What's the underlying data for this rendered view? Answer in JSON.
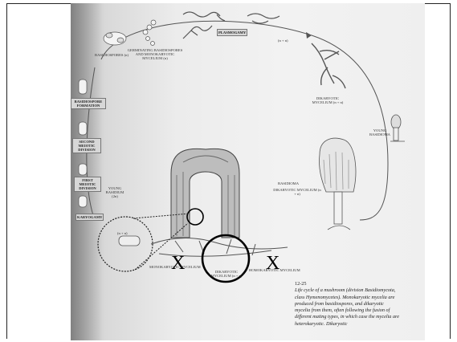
{
  "labels": {
    "basidiospores": "BASIDIOSPORES (n)",
    "germinating": "GERMINATING BASIDIOSPORES AND MONOKARYOTIC MYCELIUM (n)",
    "plasmogamy": "PLASMOGAMY",
    "plasmogamy_n": "(n + n)",
    "dikaryotic_mycelium": "DIKARYOTIC MYCELIUM (n + n)",
    "young_basidioma": "YOUNG BASIDIOMA",
    "basidioma": "BASIDIOMA",
    "dikaryotic_mycelium_lower": "DIKARYOTIC MYCELIUM (n + n)",
    "basidiospore_formation": "BASIDIOSPORE FORMATION",
    "second_meiotic_division": "SECOND MEIOTIC DIVISION",
    "first_meiotic_division": "FIRST MEIOTIC DIVISION",
    "karyogamy": "KARYOGAMY",
    "young_basidium": "YOUNG BASIDIUM (2n)",
    "basidium_n": "(n + n)",
    "dikaryotic_mycelium_bottom": "DIKARYOTIC MYCELIUM (n + n)",
    "homokaryotic_mycelium": "HOMOKARYOTIC MYCELIUM",
    "left_mycelium": "MONOKARYOTIC MYCELIUM"
  },
  "marks": {
    "x_left": "X",
    "x_right": "X"
  },
  "caption": {
    "number": "12-25",
    "text": "Life cycle of a mushroom (division Basidiomycota, class Hymenomycetes). Monokaryotic mycelia are produced from basidiospores, and dikaryotic mycelia from them, often following the fusion of different mating types, in which case the mycelia are heterokaryotic. Dikaryotic"
  },
  "colors": {
    "ink": "#333333",
    "highlight_circle": "#000000",
    "box_fill": "#d7d7d7"
  }
}
